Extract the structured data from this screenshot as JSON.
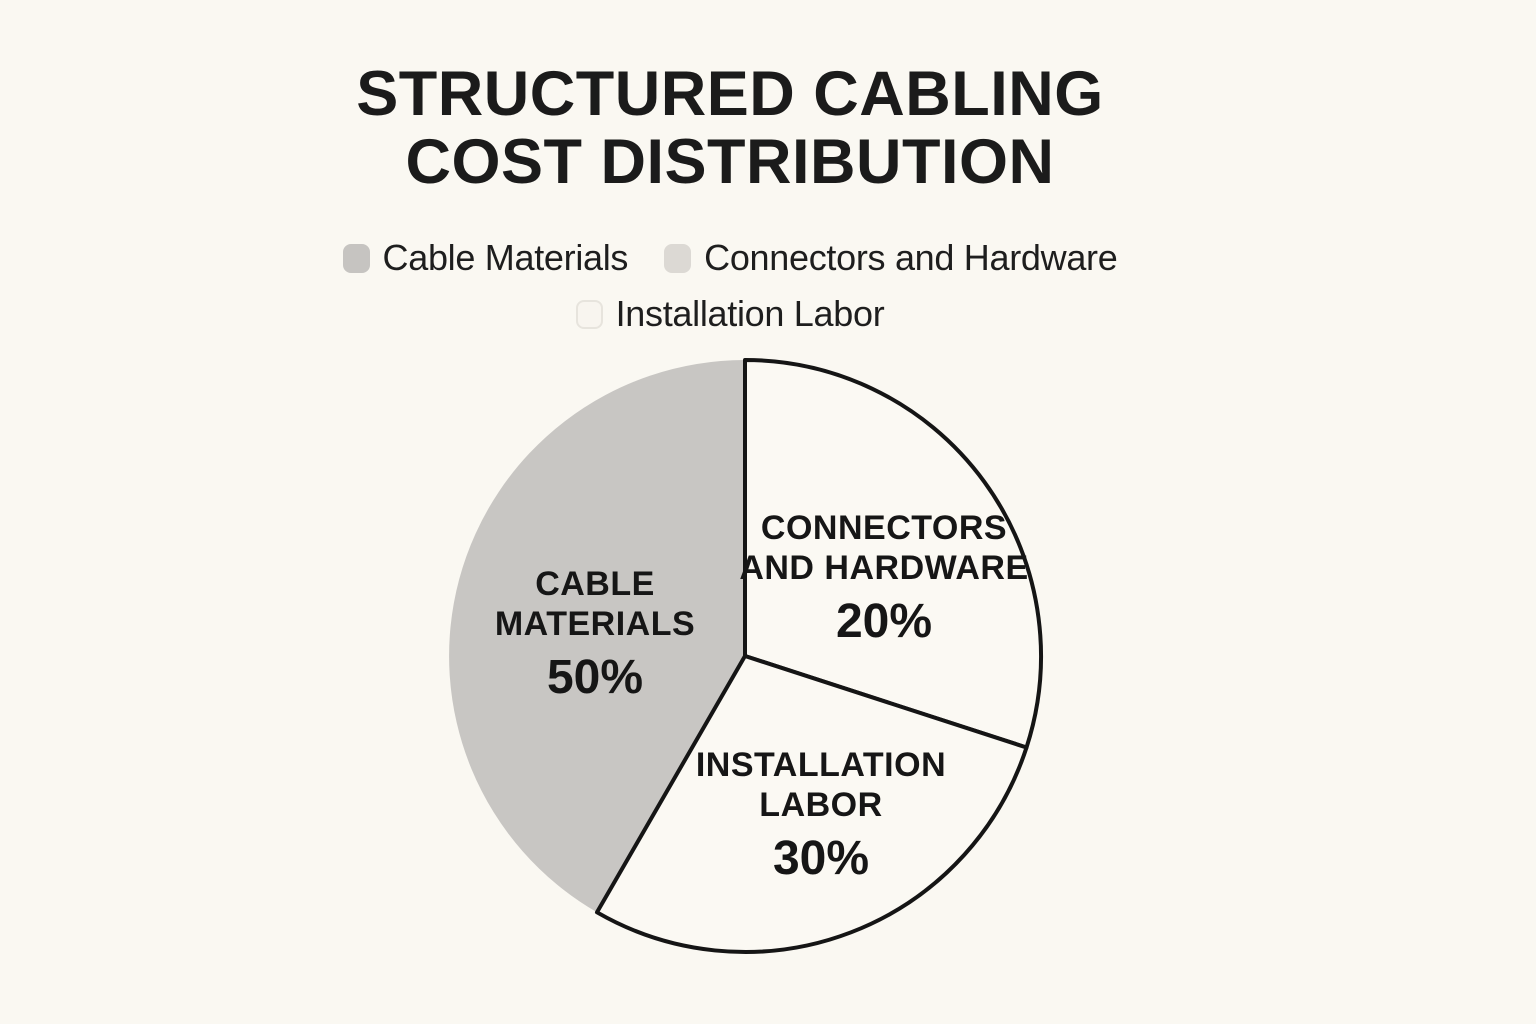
{
  "title": "STRUCTURED CABLING COST DISTRIBUTION",
  "colors": {
    "background": "#faf8f2",
    "text": "#1b1b1b",
    "pie_outline": "#151515",
    "gray_slice": "#c8c6c3",
    "white_slice": "#fbf9f3"
  },
  "legend": {
    "position": "top",
    "items": [
      {
        "label": "Cable Materials",
        "color": "#c6c4c1",
        "border": "#c6c4c1"
      },
      {
        "label": "Connectors and Hardware",
        "color": "#dcd9d4",
        "border": "#dcd9d4"
      },
      {
        "label": "Installation Labor",
        "color": "#f8f5ef",
        "border": "#e7e4dd"
      }
    ]
  },
  "chart_data": {
    "type": "pie",
    "title": "STRUCTURED CABLING COST DISTRIBUTION",
    "units": "percent",
    "legend_position": "top",
    "legend_entries": [
      "Cable Materials",
      "Connectors and Hardware",
      "Installation Labor"
    ],
    "slices": [
      {
        "id": "cable-materials",
        "label": "Cable Materials",
        "display_label": "CABLE MATERIALS",
        "value": 50,
        "display_value": "50%",
        "fill": "#c8c6c3",
        "outlined": false,
        "drawn_angles": [
          210,
          360
        ]
      },
      {
        "id": "connectors-and-hardware",
        "label": "Connectors and Hardware",
        "display_label": "CONNECTORS AND HARDWARE",
        "value": 20,
        "display_value": "20%",
        "fill": "#fbf9f3",
        "outlined": true,
        "drawn_angles": [
          0,
          108
        ]
      },
      {
        "id": "installation-labor",
        "label": "Installation Labor",
        "display_label": "INSTALLATION LABOR",
        "value": 30,
        "display_value": "30%",
        "fill": "#fbf9f3",
        "outlined": true,
        "drawn_angles": [
          108,
          210
        ]
      }
    ]
  }
}
